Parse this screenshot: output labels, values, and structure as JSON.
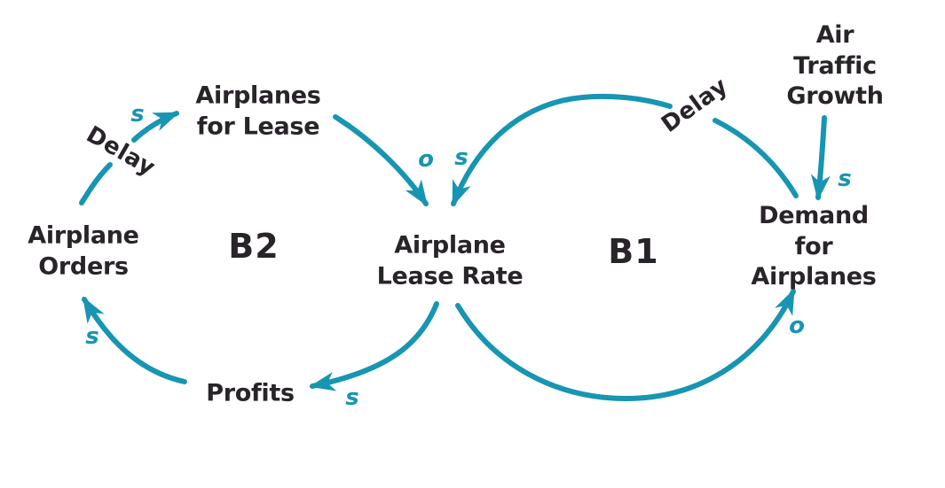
{
  "colors": {
    "accent": "#1795b2",
    "ink": "#29242a",
    "background": "#ffffff"
  },
  "diagram": {
    "type": "causal-loop-diagram",
    "nodes": {
      "airplanes_for_lease": "Airplanes\nfor Lease",
      "airplane_orders": "Airplane\nOrders",
      "airplane_lease_rate": "Airplane\nLease Rate",
      "demand_for_airplanes": "Demand for\nAirplanes",
      "air_traffic_growth": "Air\nTraffic\nGrowth",
      "profits": "Profits"
    },
    "loop_labels": {
      "b1": "B1",
      "b2": "B2"
    },
    "polarity": {
      "s": "s",
      "o": "o"
    },
    "delay": "Delay",
    "links": [
      {
        "from": "Airplane Orders",
        "to": "Airplanes for Lease",
        "polarity": "s",
        "delay": true
      },
      {
        "from": "Airplanes for Lease",
        "to": "Airplane Lease Rate",
        "polarity": "o",
        "delay": false
      },
      {
        "from": "Demand for Airplanes",
        "to": "Airplane Lease Rate",
        "polarity": "s",
        "delay": true
      },
      {
        "from": "Airplane Lease Rate",
        "to": "Profits",
        "polarity": "s",
        "delay": false
      },
      {
        "from": "Airplane Lease Rate",
        "to": "Demand for Airplanes",
        "polarity": "o",
        "delay": false
      },
      {
        "from": "Profits",
        "to": "Airplane Orders",
        "polarity": "s",
        "delay": false
      },
      {
        "from": "Air Traffic Growth",
        "to": "Demand for Airplanes",
        "polarity": "s",
        "delay": false
      }
    ]
  }
}
